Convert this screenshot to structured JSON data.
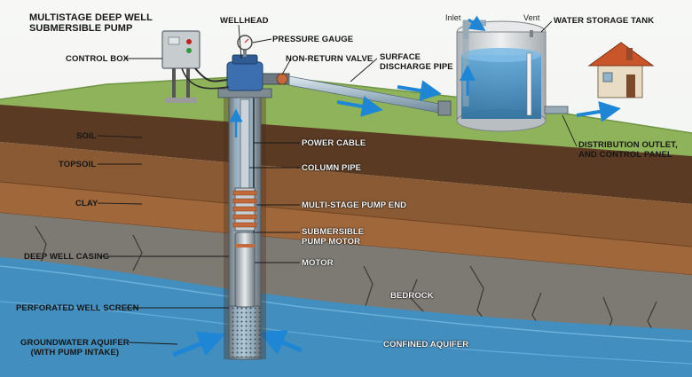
{
  "title": {
    "line1": "MULTISTAGE DEEP WELL",
    "line2": "SUBMERSIBLE PUMP"
  },
  "labels": {
    "control_box": "CONTROL BOX",
    "wellhead": "WELLHEAD",
    "pressure_gauge": "PRESSURE GAUGE",
    "non_return_valve": "NON-RETURN VALVE",
    "surface_discharge_pipe_1": "SURFACE",
    "surface_discharge_pipe_2": "DISCHARGE PIPE",
    "inlet": "Inlet",
    "vent": "Vent",
    "water_storage_tank": "WATER STORAGE TANK",
    "soil": "SOIL",
    "topsoil": "TOPSOIL",
    "clay": "CLAY",
    "deep_well_casing": "DEEP WELL CASING",
    "perforated_well_screen": "PERFORATED WELL SCREEN",
    "groundwater_aquifer_1": "GROUNDWATER AQUIFER",
    "groundwater_aquifer_2": "(WITH PUMP INTAKE)",
    "power_cable": "POWER CABLE",
    "column_pipe": "COLUMN PIPE",
    "multi_stage_pump_end": "MULTI-STAGE PUMP END",
    "submersible_pump_motor_1": "SUBMERSIBLE",
    "submersible_pump_motor_2": "PUMP MOTOR",
    "motor": "MOTOR",
    "bedrock": "BEDROCK",
    "confined_aquifer": "CONFINED AQUIFER",
    "distribution_outlet_1": "DISTRIBUTION OUTLET,",
    "distribution_outlet_2": "AND CONTROL PANEL"
  },
  "colors": {
    "grass": "#8fb35a",
    "soil": "#5a3a22",
    "topsoil": "#8a5a34",
    "clay": "#a0673a",
    "bedrock": "#7d7a74",
    "aquifer": "#3f8fc2",
    "casing": "#9aa6ae",
    "flow_arrow": "#1f86d6",
    "tank": "#d9dcde",
    "roof": "#c9562a"
  }
}
